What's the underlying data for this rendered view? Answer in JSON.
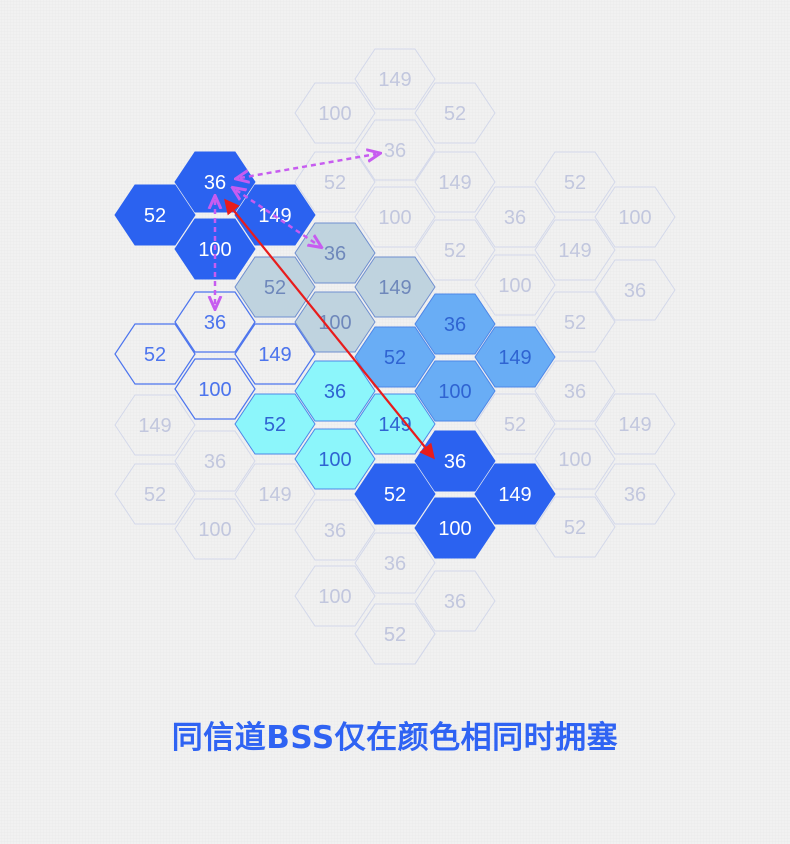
{
  "caption": "同信道BSS仅在颜色相同时拥塞",
  "colors": {
    "faint_stroke": "#d3d8ea",
    "faint_text": "#c2c7de",
    "outline_stroke": "#4d75ee",
    "outline_text": "#4d75ee",
    "dark_fill": "#2b62f0",
    "grey_fill": "#bfd3df",
    "grey_stroke": "#6f8fd0",
    "grey_text": "#6f88bb",
    "mid_fill": "#69adf5",
    "mid_stroke": "#4d86e8",
    "mid_text": "#2f64d2",
    "cyan_fill": "#8cf6fb",
    "cyan_stroke": "#4d86e8",
    "cyan_text": "#2f64d2",
    "white_text": "#ffffff",
    "red_arrow": "#e81c1c",
    "purple_arrow": "#c75cf0"
  },
  "hexagons": [
    {
      "label": "149",
      "style": "faint"
    },
    {
      "label": "100",
      "style": "faint"
    },
    {
      "label": "52",
      "style": "faint"
    },
    {
      "label": "36",
      "style": "faint"
    },
    {
      "label": "52",
      "style": "faint"
    },
    {
      "label": "149",
      "style": "faint"
    },
    {
      "label": "100",
      "style": "faint"
    },
    {
      "label": "52",
      "style": "faint"
    },
    {
      "label": "36",
      "style": "faint"
    },
    {
      "label": "149",
      "style": "faint"
    },
    {
      "label": "100",
      "style": "faint"
    },
    {
      "label": "100",
      "style": "faint"
    },
    {
      "label": "52",
      "style": "faint"
    },
    {
      "label": "36",
      "style": "faint"
    },
    {
      "label": "52",
      "style": "faint"
    },
    {
      "label": "36",
      "style": "faint"
    },
    {
      "label": "36",
      "style": "faint"
    },
    {
      "label": "149",
      "style": "faint"
    },
    {
      "label": "52",
      "style": "faint"
    },
    {
      "label": "149",
      "style": "faint"
    },
    {
      "label": "36",
      "style": "faint"
    },
    {
      "label": "100",
      "style": "faint"
    },
    {
      "label": "52",
      "style": "faint"
    },
    {
      "label": "149",
      "style": "faint"
    },
    {
      "label": "100",
      "style": "faint"
    },
    {
      "label": "36",
      "style": "faint"
    },
    {
      "label": "52",
      "style": "faint"
    },
    {
      "label": "36",
      "style": "faint"
    },
    {
      "label": "36",
      "style": "faint"
    },
    {
      "label": "149",
      "style": "faint"
    },
    {
      "label": "100",
      "style": "faint"
    },
    {
      "label": "100",
      "style": "faint"
    },
    {
      "label": "36",
      "style": "faint"
    },
    {
      "label": "52",
      "style": "faint"
    },
    {
      "label": "52",
      "style": "faint"
    },
    {
      "label": "36",
      "style": "outline"
    },
    {
      "label": "52",
      "style": "outline"
    },
    {
      "label": "149",
      "style": "outline"
    },
    {
      "label": "100",
      "style": "outline"
    },
    {
      "label": "52",
      "style": "grey"
    },
    {
      "label": "36",
      "style": "grey"
    },
    {
      "label": "100",
      "style": "grey"
    },
    {
      "label": "149",
      "style": "grey"
    },
    {
      "label": "36",
      "style": "mid"
    },
    {
      "label": "52",
      "style": "mid"
    },
    {
      "label": "149",
      "style": "mid"
    },
    {
      "label": "100",
      "style": "mid"
    },
    {
      "label": "52",
      "style": "cyan"
    },
    {
      "label": "36",
      "style": "cyan"
    },
    {
      "label": "149",
      "style": "cyan"
    },
    {
      "label": "100",
      "style": "cyan"
    },
    {
      "label": "36",
      "style": "dark"
    },
    {
      "label": "52",
      "style": "dark"
    },
    {
      "label": "149",
      "style": "dark"
    },
    {
      "label": "100",
      "style": "dark"
    },
    {
      "label": "36",
      "style": "dark"
    },
    {
      "label": "52",
      "style": "dark"
    },
    {
      "label": "149",
      "style": "dark"
    },
    {
      "label": "100",
      "style": "dark"
    }
  ]
}
